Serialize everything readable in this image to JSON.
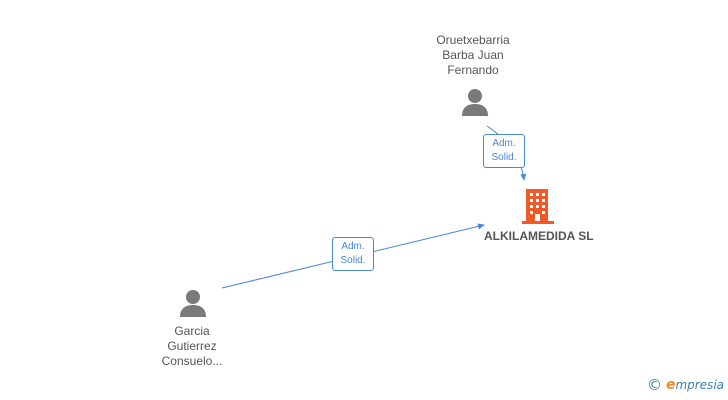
{
  "nodes": {
    "person_top": {
      "name_lines": [
        "Oruetxebarria",
        "Barba Juan",
        "Fernando"
      ],
      "icon": "person-icon"
    },
    "person_bottom": {
      "name_lines": [
        "Garcia",
        "Gutierrez",
        "Consuelo..."
      ],
      "icon": "person-icon"
    },
    "company": {
      "name": "ALKILAMEDIDA SL",
      "icon": "building-icon"
    }
  },
  "edges": [
    {
      "from": "person_top",
      "to": "company",
      "label_lines": [
        "Adm.",
        "Solid."
      ]
    },
    {
      "from": "person_bottom",
      "to": "company",
      "label_lines": [
        "Adm.",
        "Solid."
      ]
    }
  ],
  "brand": {
    "copyright_symbol": "©",
    "first_letter": "e",
    "rest": "mpresia"
  },
  "colors": {
    "edge": "#4a86d6",
    "person": "#7a7a7a",
    "company": "#f05a28",
    "text": "#555555"
  }
}
